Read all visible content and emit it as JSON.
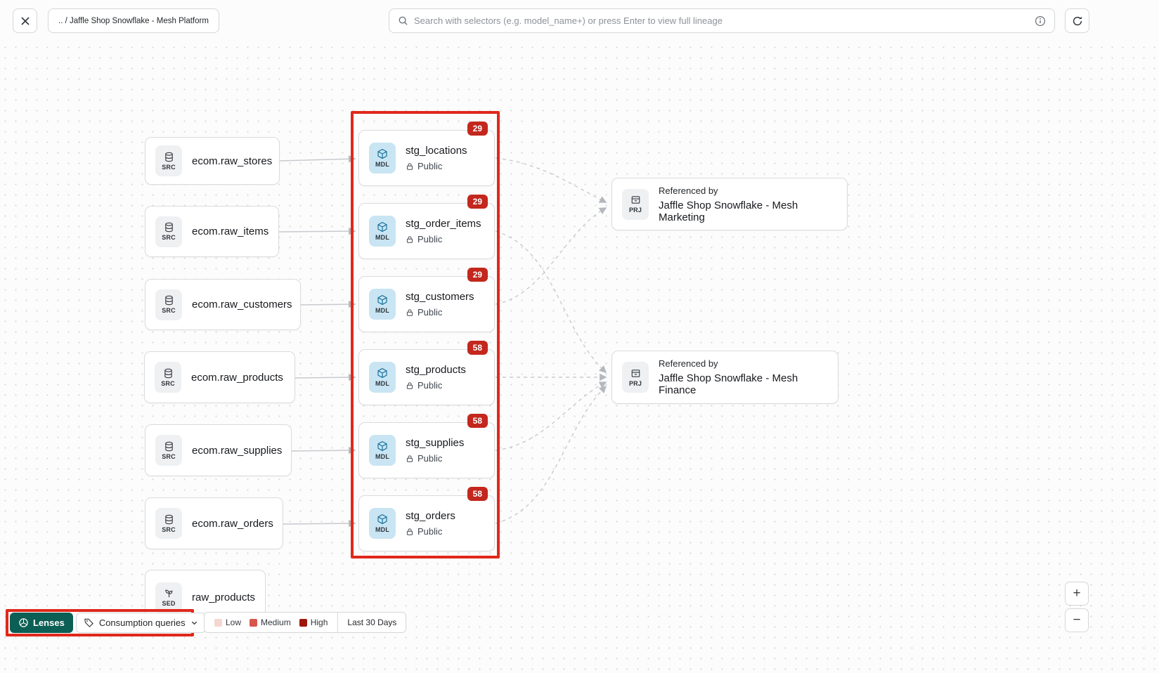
{
  "colors": {
    "badge": "#C3271D",
    "highlight": "#E0281B",
    "teal": "#0B5F54",
    "legend_low": "#F5D6D1",
    "legend_medium": "#D6564C",
    "legend_high": "#9E150B"
  },
  "header": {
    "breadcrumb": ".. / Jaffle Shop Snowflake - Mesh Platform",
    "search_placeholder": "Search with selectors (e.g. model_name+) or press Enter to view full lineage"
  },
  "graph": {
    "sources": [
      {
        "label": "ecom.raw_stores",
        "type": "SRC"
      },
      {
        "label": "ecom.raw_items",
        "type": "SRC"
      },
      {
        "label": "ecom.raw_customers",
        "type": "SRC"
      },
      {
        "label": "ecom.raw_products",
        "type": "SRC"
      },
      {
        "label": "ecom.raw_supplies",
        "type": "SRC"
      },
      {
        "label": "ecom.raw_orders",
        "type": "SRC"
      }
    ],
    "seed": {
      "label": "raw_products",
      "type": "SED"
    },
    "staging": [
      {
        "label": "stg_locations",
        "type": "MDL",
        "badge": "29",
        "access": "Public"
      },
      {
        "label": "stg_order_items",
        "type": "MDL",
        "badge": "29",
        "access": "Public"
      },
      {
        "label": "stg_customers",
        "type": "MDL",
        "badge": "29",
        "access": "Public"
      },
      {
        "label": "stg_products",
        "type": "MDL",
        "badge": "58",
        "access": "Public"
      },
      {
        "label": "stg_supplies",
        "type": "MDL",
        "badge": "58",
        "access": "Public"
      },
      {
        "label": "stg_orders",
        "type": "MDL",
        "badge": "58",
        "access": "Public"
      }
    ],
    "references": [
      {
        "kicker": "Referenced by",
        "label": "Jaffle Shop Snowflake - Mesh Marketing",
        "type": "PRJ"
      },
      {
        "kicker": "Referenced by",
        "label": "Jaffle Shop Snowflake - Mesh Finance",
        "type": "PRJ"
      }
    ]
  },
  "footer": {
    "lenses_label": "Lenses",
    "lens_selector": "Consumption queries",
    "legend": [
      {
        "label": "Low"
      },
      {
        "label": "Medium"
      },
      {
        "label": "High"
      }
    ],
    "time_range": "Last 30 Days"
  },
  "zoom_controls": {
    "zoom_in": "+",
    "zoom_out": "−"
  }
}
